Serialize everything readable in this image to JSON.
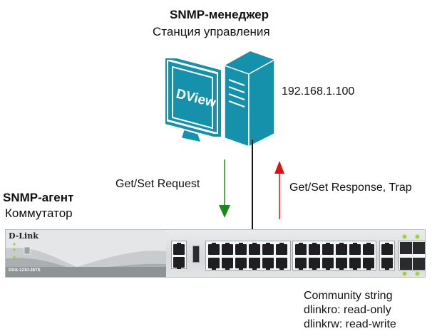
{
  "manager": {
    "title": "SNMP-менеджер",
    "subtitle": "Станция управления",
    "ip_address": "192.168.1.100",
    "monitor_label": "DView",
    "icons": [
      "monitor-icon",
      "server-tower-icon"
    ]
  },
  "agent": {
    "title": "SNMP-агент",
    "subtitle": "Коммутатор",
    "brand": "D-Link",
    "model": "DGS-1210-28TS"
  },
  "flows": {
    "request_label": "Get/Set Request",
    "response_label": "Get/Set Response, Trap",
    "request_color": "#1a8a1a",
    "response_color": "#e01010"
  },
  "community": {
    "heading": "Community string",
    "lines": [
      "dlinkro: read-only",
      "dlinkrw: read-write"
    ]
  },
  "colors": {
    "device_teal": "#1591ac",
    "link_line": "#111111"
  }
}
